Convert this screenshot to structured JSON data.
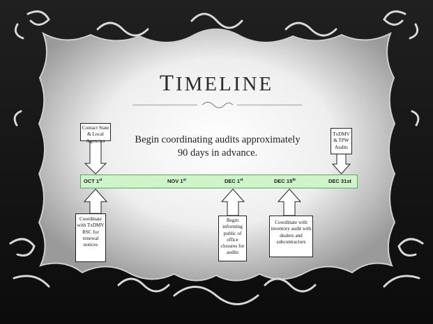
{
  "slide": {
    "title_first": "T",
    "title_rest": "IMELINE",
    "subtitle": "Begin coordinating audits approximately 90 days in advance."
  },
  "timeline": {
    "ticks": [
      {
        "label": "OCT 1",
        "sup": "st"
      },
      {
        "label": "NOV 1",
        "sup": "st"
      },
      {
        "label": "DEC 1",
        "sup": "st"
      },
      {
        "label": "DEC 15",
        "sup": "th"
      },
      {
        "label": "DEC 31st",
        "sup": ""
      }
    ],
    "boxes": {
      "contact_state": "Contact State & Local Agencies",
      "txdmv_tpw": "TxDMV & TPW Audits",
      "coordinate_rsc": "Coordinate with TxDMV RSC for renewal notices",
      "begin_informing": "Begin informing public of office closures for audits",
      "coordinate_inventory": "Coordinate with inventory audit with dealers and subcontractors"
    }
  },
  "colors": {
    "bar_fill": "#cdf5c9",
    "bar_border": "#5aa65a",
    "frame_dark": "#141414",
    "frame_light": "#d9d9d9"
  }
}
